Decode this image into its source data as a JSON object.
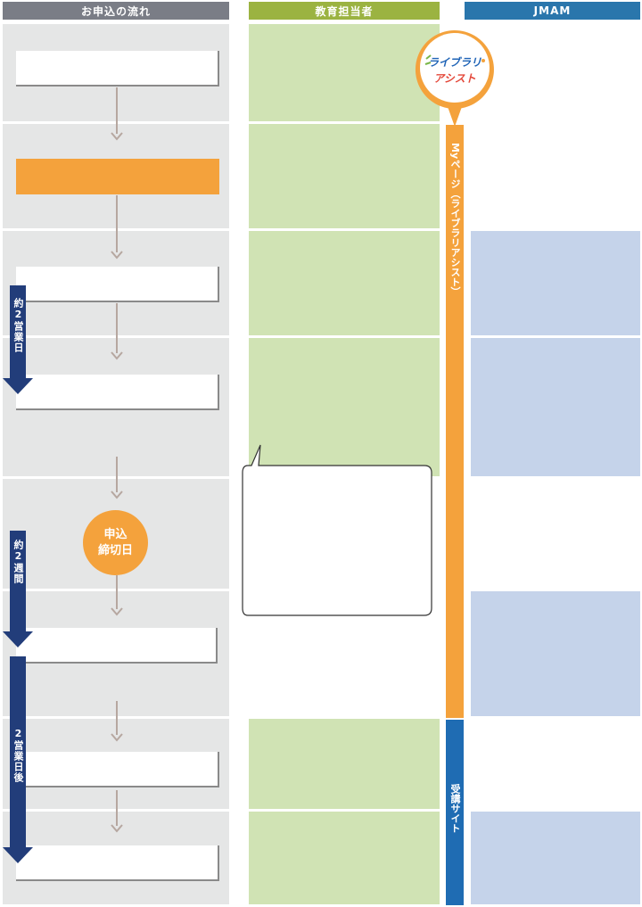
{
  "headers": {
    "flow": "お申込の流れ",
    "education": "教育担当者",
    "jmam": "JMAM"
  },
  "logo": {
    "line1": "ライブラリ",
    "line2": "アシスト"
  },
  "timeline": {
    "span1": "約2営業日",
    "span2": "約2週間",
    "span3": "2営業日後"
  },
  "deadline": {
    "line1": "申込",
    "line2": "締切日"
  },
  "vertical_bars": {
    "mypage": "Myページ（ライブラリアシスト）",
    "course_site": "受講サイト"
  },
  "colors": {
    "header_gray": "#7a7d86",
    "header_green": "#9bb341",
    "header_blue": "#2a76ac",
    "orange": "#f4a23c",
    "navy": "#223d7a",
    "course_blue": "#1f6cb3",
    "green_fill": "#d0e3b4",
    "blue_fill": "#c5d3ea",
    "gray_fill": "#e5e6e6"
  }
}
